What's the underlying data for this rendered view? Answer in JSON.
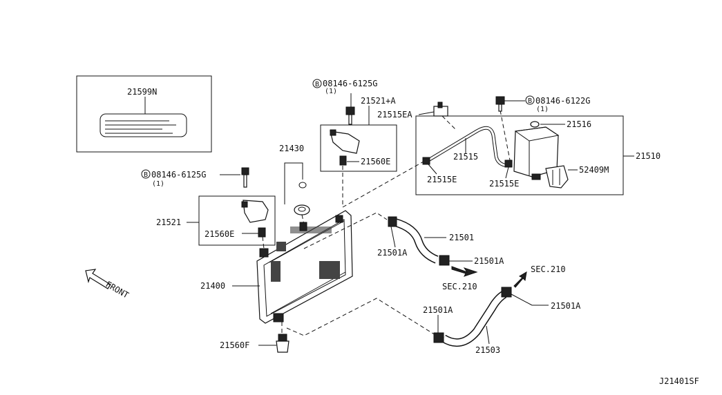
{
  "labels": {
    "p21599N": "21599N",
    "p21430": "21430",
    "p21521": "21521",
    "p21521A": "21521+A",
    "p21560E_a": "21560E",
    "p21560E_b": "21560E",
    "p21560F": "21560F",
    "p21400": "21400",
    "p21515EA": "21515EA",
    "p21515": "21515",
    "p21515E_a": "21515E",
    "p21515E_b": "21515E",
    "p21516": "21516",
    "p21510": "21510",
    "p52409M": "52409M",
    "p21501": "21501",
    "p21501A_a": "21501A",
    "p21501A_b": "21501A",
    "p21501A_c": "21501A",
    "p21501A_d": "21501A",
    "p21503": "21503",
    "sec210_a": "SEC.210",
    "sec210_b": "SEC.210",
    "front": "FRONT",
    "code": "J21401SF"
  },
  "bolts": {
    "b1_part": "08146-6125G",
    "b1_qty": "(1)",
    "b2_part": "08146-6122G",
    "b2_qty": "(1)",
    "b3_part": "08146-6125G",
    "b3_qty": "(1)",
    "marker": "B"
  }
}
